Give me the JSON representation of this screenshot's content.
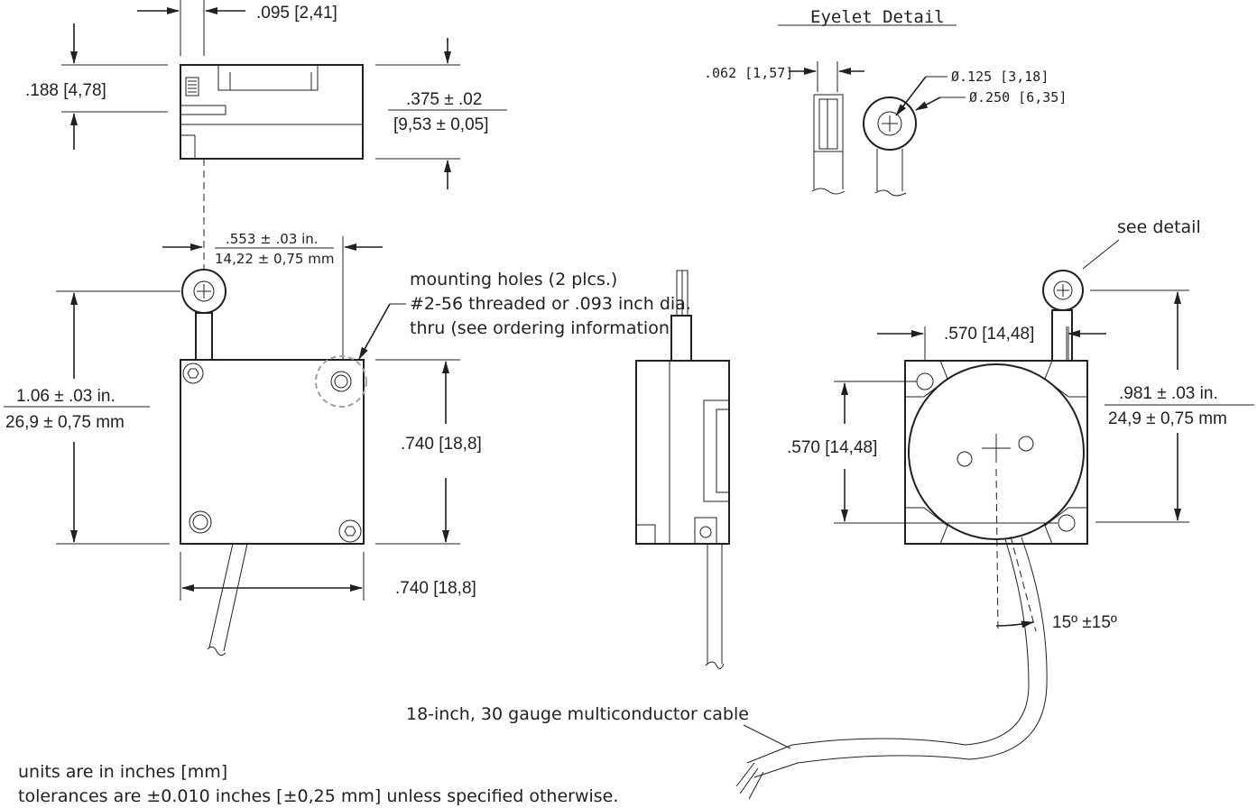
{
  "dims": {
    "top_width": ".095 [2,41]",
    "top_height": ".188 [4,78]",
    "top_depth_in": ".375 ± .02",
    "top_depth_mm": "[9,53 ± 0,05]",
    "eyelet_offset_in": ".553 ± .03 in.",
    "eyelet_offset_mm": "14,22 ± 0,75 mm",
    "overall_height_in": "1.06 ± .03 in.",
    "overall_height_mm": "26,9 ± 0,75 mm",
    "body_height": ".740 [18,8]",
    "body_width": ".740 [18,8]",
    "hole_spacing_x": ".570 [14,48]",
    "hole_spacing_y": ".570 [14,48]",
    "right_height_in": ".981 ± .03 in.",
    "right_height_mm": "24,9 ± 0,75 mm",
    "angle": "15º ±15º"
  },
  "eyelet_detail": {
    "title": "Eyelet Detail",
    "thickness": ".062 [1,57]",
    "hole_dia": "Ø.125 [3,18]",
    "outer_dia": "Ø.250 [6,35]"
  },
  "notes": {
    "mounting_line1": "mounting holes (2 plcs.)",
    "mounting_line2": "#2-56 threaded or .093 inch dia.",
    "mounting_line3": "thru (see ordering information)",
    "see_detail": "see detail",
    "cable": "18-inch, 30 gauge multiconductor cable",
    "units": "units are in inches [mm]",
    "tolerances": "tolerances are ±0.010 inches [±0,25 mm] unless specified otherwise."
  }
}
